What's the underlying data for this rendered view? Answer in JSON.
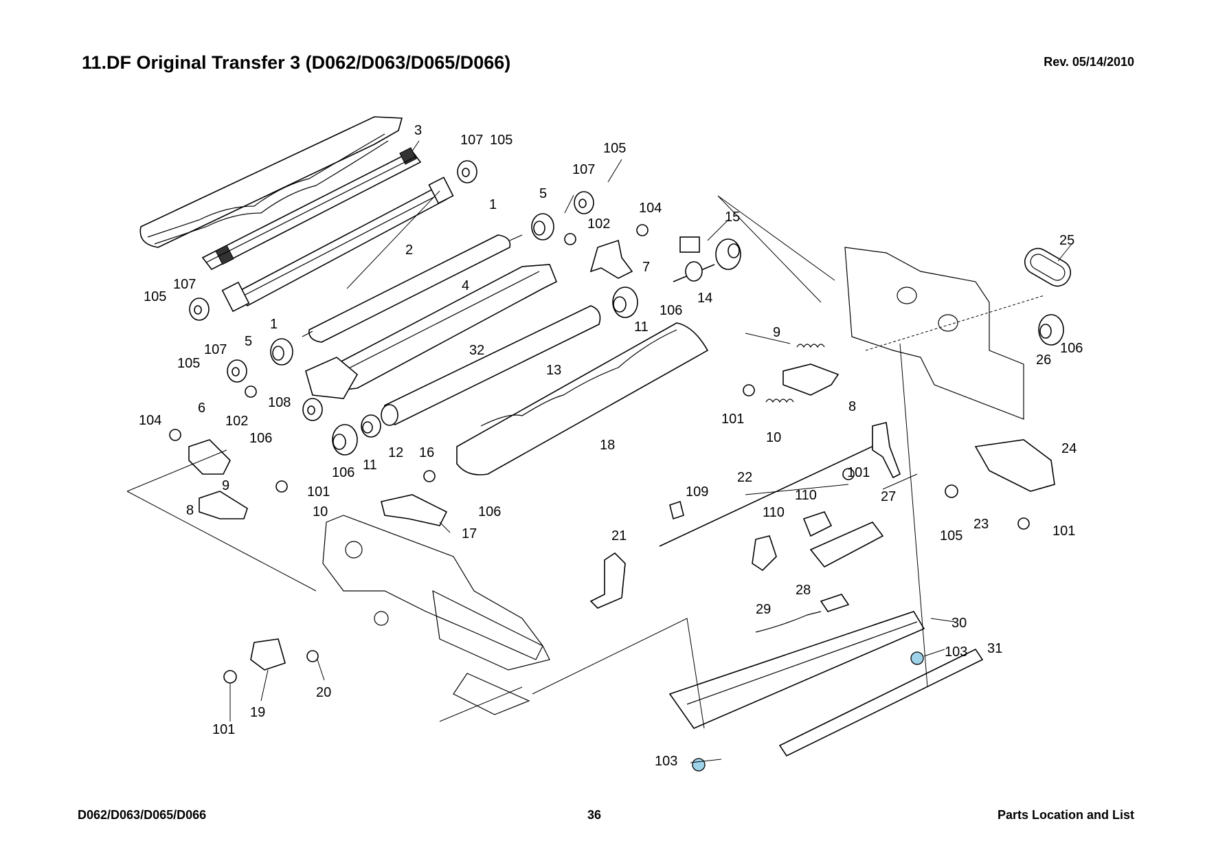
{
  "header": {
    "title": "11.DF Original Transfer 3 (D062/D063/D065/D066)",
    "revision": "Rev. 05/14/2010"
  },
  "footer": {
    "models": "D062/D063/D065/D066",
    "page_number": "36",
    "section": "Parts Location and List"
  },
  "callouts": {
    "c3": "3",
    "c107a": "107",
    "c105a": "105",
    "c105b": "105",
    "c107b": "107",
    "c1a": "1",
    "c5a": "5",
    "c104a": "104",
    "c15": "15",
    "c102a": "102",
    "c2": "2",
    "c7": "7",
    "c4": "4",
    "c14": "14",
    "c25": "25",
    "c107c": "107",
    "c105c": "105",
    "c1b": "1",
    "c106a": "106",
    "c11a": "11",
    "c5b": "5",
    "c107d": "107",
    "c32": "32",
    "c9a": "9",
    "c105d": "105",
    "c13": "13",
    "c26": "26",
    "c106b": "106",
    "c108": "108",
    "c8a": "8",
    "c101a": "101",
    "c104b": "104",
    "c6": "6",
    "c102b": "102",
    "c106c": "106",
    "c12": "12",
    "c18": "18",
    "c10a": "10",
    "c16": "16",
    "c11b": "11",
    "c106d": "106",
    "c24": "24",
    "c9b": "9",
    "c101b": "101",
    "c22": "22",
    "c101c": "101",
    "c109": "109",
    "c27": "27",
    "c8b": "8",
    "c10b": "10",
    "c106e": "106",
    "c110a": "110",
    "c110b": "110",
    "c17": "17",
    "c23": "23",
    "c101d": "101",
    "c105e": "105",
    "c21": "21",
    "c28": "28",
    "c29": "29",
    "c30": "30",
    "c103a": "103",
    "c31": "31",
    "c20": "20",
    "c19": "19",
    "c101e": "101",
    "c103b": "103"
  },
  "colors": {
    "highlight_screw": "#9fd3ea"
  }
}
